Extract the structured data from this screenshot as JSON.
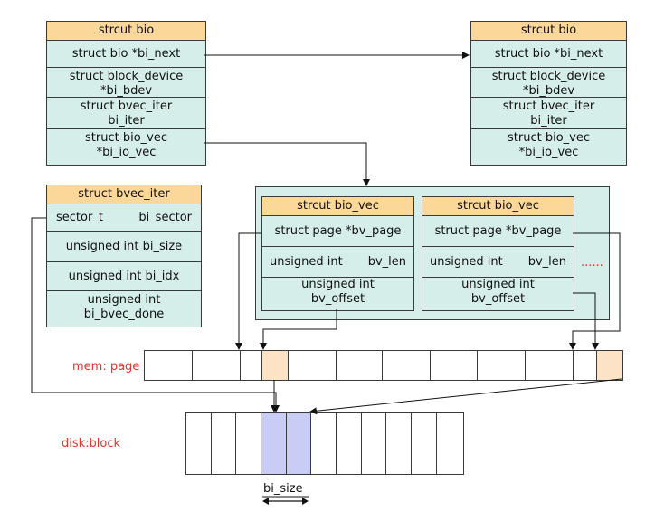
{
  "bio_left": {
    "title": "strcut bio",
    "rows": [
      "struct bio *bi_next",
      "struct block_device *bi_bdev",
      "struct bvec_iter bi_iter",
      "struct bio_vec *bi_io_vec"
    ]
  },
  "bio_right": {
    "title": "strcut bio",
    "rows": [
      "struct bio *bi_next",
      "struct block_device *bi_bdev",
      "struct bvec_iter bi_iter",
      "struct bio_vec *bi_io_vec"
    ]
  },
  "bvec_iter": {
    "title": "struct bvec_iter",
    "sector_type": "sector_t",
    "sector_name": "bi_sector",
    "rows": [
      "unsigned int bi_size",
      "unsigned int  bi_idx",
      "unsigned int bi_bvec_done"
    ]
  },
  "bio_vec_1": {
    "title": "strcut bio_vec",
    "page": "struct page *bv_page",
    "len_type": "unsigned int",
    "len_name": "bv_len",
    "offset": "unsigned int bv_offset"
  },
  "bio_vec_2": {
    "title": "strcut bio_vec",
    "page": "struct page *bv_page",
    "len_type": "unsigned int",
    "len_name": "bv_len",
    "offset": "unsigned int bv_offset"
  },
  "ellipsis": "......",
  "mem_label": "mem: page",
  "disk_label": "disk:block",
  "bi_size_label": "bi_size",
  "colors": {
    "struct_fill": "#d5eee9",
    "header_fill": "#fbd79a",
    "highlight_mem": "#fde3c6",
    "highlight_disk": "#c9cdf6",
    "label_red": "#e0342a"
  }
}
